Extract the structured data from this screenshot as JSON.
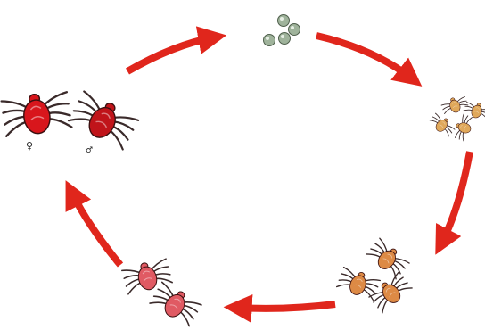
{
  "diagram": {
    "stages": [
      {
        "id": "adults",
        "items": [
          "female-mite",
          "male-mite"
        ]
      },
      {
        "id": "eggs"
      },
      {
        "id": "larvae"
      },
      {
        "id": "protonymphs"
      },
      {
        "id": "deutonymphs"
      }
    ],
    "symbols": {
      "female": "♀",
      "male": "♂"
    },
    "colors": {
      "arrow": "#e0261c",
      "adult_female": "#d8161c",
      "adult_male": "#c0141a",
      "egg": "#9fb39b",
      "larva": "#e0a85a",
      "protonymph": "#dd8a45",
      "deutonymph": "#e05a63"
    }
  }
}
